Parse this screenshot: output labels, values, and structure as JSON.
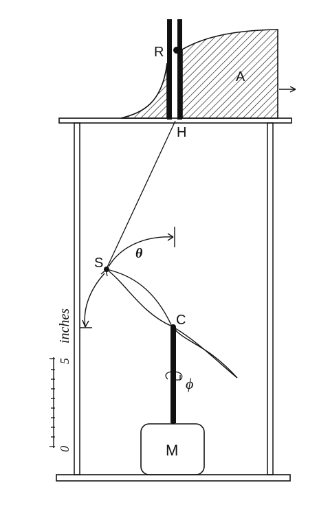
{
  "labels": {
    "R": "R",
    "A": "A",
    "H": "H",
    "S": "S",
    "C": "C",
    "M": "M",
    "theta": "θ",
    "phi": "ϕ"
  },
  "scale": {
    "unit": "inches",
    "tick_5": "5",
    "tick_0": "0"
  },
  "colors": {
    "ink": "#111111",
    "paper": "#ffffff"
  }
}
